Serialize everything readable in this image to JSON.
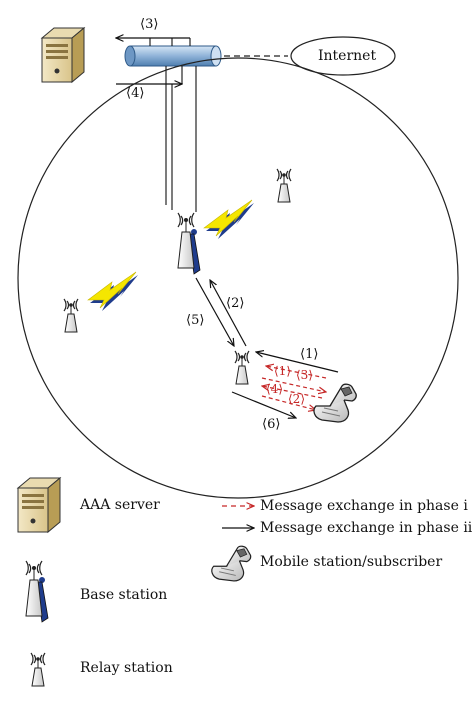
{
  "cloud": {
    "label": "Internet"
  },
  "steps": {
    "s1": "⟨1⟩",
    "s2": "⟨2⟩",
    "s3": "⟨3⟩",
    "s4": "⟨4⟩",
    "s5": "⟨5⟩",
    "s6": "⟨6⟩",
    "r1": "⟨1⟩",
    "r2": "⟨2⟩",
    "r3": "⟨3⟩",
    "r4": "⟨4⟩"
  },
  "legend": {
    "aaa_server": "AAA server",
    "base_station": "Base station",
    "relay_station": "Relay station",
    "phase_i": "Message exchange in phase i",
    "phase_ii": "Message exchange in phase ii",
    "mobile": "Mobile station/subscriber"
  },
  "colors": {
    "phase_i_arrow": "#c62828",
    "phase_ii_arrow": "#111111",
    "lightning": "#f5e600",
    "lightning_shadow": "#1f3c8c",
    "pipe": "#8fb3d8",
    "server_body": "#e8d7a6"
  },
  "icons": [
    "server-icon",
    "base-station-icon",
    "relay-station-icon",
    "mobile-phone-icon",
    "lightning-icon",
    "pipe-icon"
  ]
}
